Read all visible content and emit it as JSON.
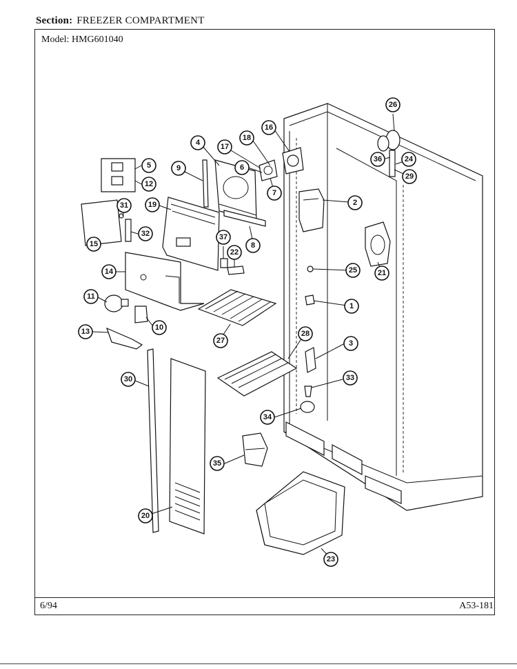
{
  "header": {
    "section_label": "Section:",
    "section_value": "FREEZER COMPARTMENT"
  },
  "model": {
    "label": "Model:",
    "value": "HMG601040"
  },
  "footer": {
    "date": "6/94",
    "doc_id": "A53-181"
  },
  "callouts": [
    {
      "num": "1"
    },
    {
      "num": "2"
    },
    {
      "num": "3"
    },
    {
      "num": "4"
    },
    {
      "num": "5"
    },
    {
      "num": "6"
    },
    {
      "num": "7"
    },
    {
      "num": "8"
    },
    {
      "num": "9"
    },
    {
      "num": "10"
    },
    {
      "num": "11"
    },
    {
      "num": "12"
    },
    {
      "num": "13"
    },
    {
      "num": "14"
    },
    {
      "num": "15"
    },
    {
      "num": "16"
    },
    {
      "num": "17"
    },
    {
      "num": "18"
    },
    {
      "num": "19"
    },
    {
      "num": "20"
    },
    {
      "num": "21"
    },
    {
      "num": "22"
    },
    {
      "num": "23"
    },
    {
      "num": "24"
    },
    {
      "num": "25"
    },
    {
      "num": "26"
    },
    {
      "num": "27"
    },
    {
      "num": "28"
    },
    {
      "num": "29"
    },
    {
      "num": "30"
    },
    {
      "num": "31"
    },
    {
      "num": "32"
    },
    {
      "num": "33"
    },
    {
      "num": "34"
    },
    {
      "num": "35"
    },
    {
      "num": "36"
    },
    {
      "num": "37"
    }
  ]
}
